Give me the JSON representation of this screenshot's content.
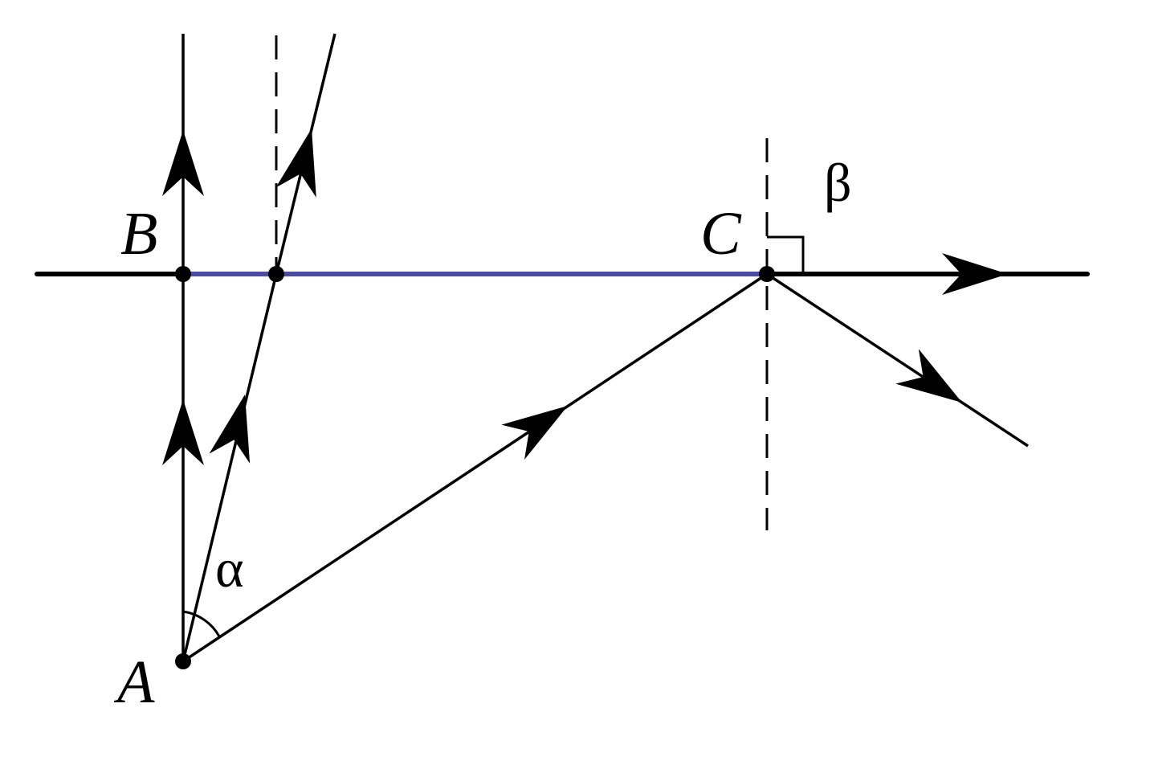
{
  "colors": {
    "ink": "#000000",
    "interface": "#4b4ba3"
  },
  "labels": {
    "A": "A",
    "B": "B",
    "C": "C",
    "alpha": "α",
    "beta": "β"
  }
}
